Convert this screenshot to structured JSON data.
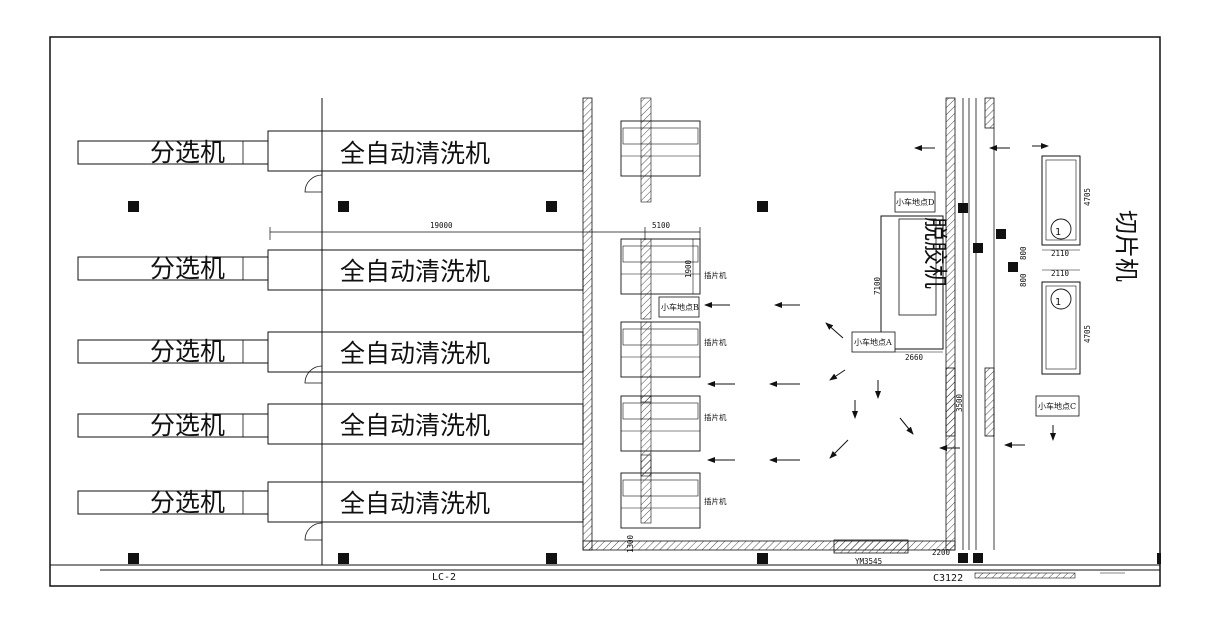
{
  "machines": {
    "sorter": "分选机",
    "washer": "全自动清洗机",
    "inserter": "插片机",
    "degummer": "脱胶机",
    "slicer": "切片机"
  },
  "carts": {
    "a": "小车地点A",
    "b": "小车地点B",
    "c": "小车地点C",
    "d": "小车地点D"
  },
  "dimensions": {
    "d19000": "19000",
    "d5100": "5100",
    "d1900": "1900",
    "d7100": "7100",
    "d2660": "2660",
    "d3500": "3500",
    "d1300": "1300",
    "d2200": "2200",
    "d4705": "4705",
    "d2110": "2110",
    "d800": "800"
  },
  "markers": {
    "slicer_unit": "1"
  },
  "labels": {
    "lc2": "LC-2",
    "ym3545": "YM3545",
    "c3122": "C3122"
  }
}
